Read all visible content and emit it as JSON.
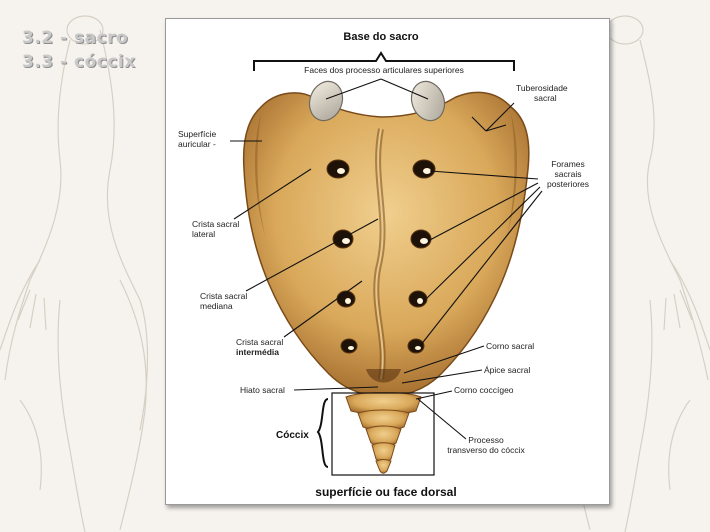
{
  "slide": {
    "headings": [
      "3.2 - sacro",
      "3.3 - cóccix"
    ]
  },
  "figure": {
    "title": "Base do sacro",
    "caption": "superfície ou face dorsal",
    "labels": {
      "facets": "Faces dos processo articulares superiores",
      "tuberosity_line1": "Tuberosidade",
      "tuberosity_line2": "sacral",
      "auricular_line1": "Superfície",
      "auricular_line2": "auricular -",
      "foramina_line1": "Forames",
      "foramina_line2": "sacrais",
      "foramina_line3": "posteriores",
      "lateral_crest_line1": "Crista sacral",
      "lateral_crest_line2": "lateral",
      "median_crest_line1": "Crista sacral",
      "median_crest_line2": "mediana",
      "intermediate_crest_line1": "Crista sacral",
      "intermediate_crest_line2": "intermédia",
      "sacral_horn": "Corno sacral",
      "apex": "Ápice   sacral",
      "hiatus": "Hiato  sacral",
      "coccygeal_horn": "Corno coccígeo",
      "coccyx": "Cóccix",
      "transverse_line1": "Processo",
      "transverse_line2": "transverso do cóccix"
    }
  },
  "colors": {
    "bone": "#d9a85a",
    "bone_shadow": "#8a5a22",
    "bone_highlight": "#f1d39a",
    "heading_text": "#c9c9c9",
    "background_sketch": "#d6cfc4"
  }
}
